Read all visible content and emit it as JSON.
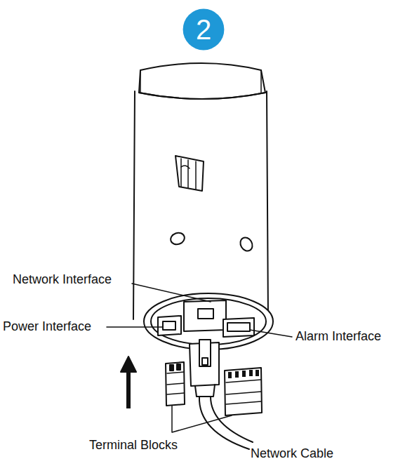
{
  "diagram": {
    "nodes": [
      {
        "text": [
          "2"
        ]
      }
    ],
    "labels": [
      "Network Interface",
      "Power Interface",
      "Alarm Interface",
      "Terminal Blocks",
      "Network Cable"
    ]
  }
}
